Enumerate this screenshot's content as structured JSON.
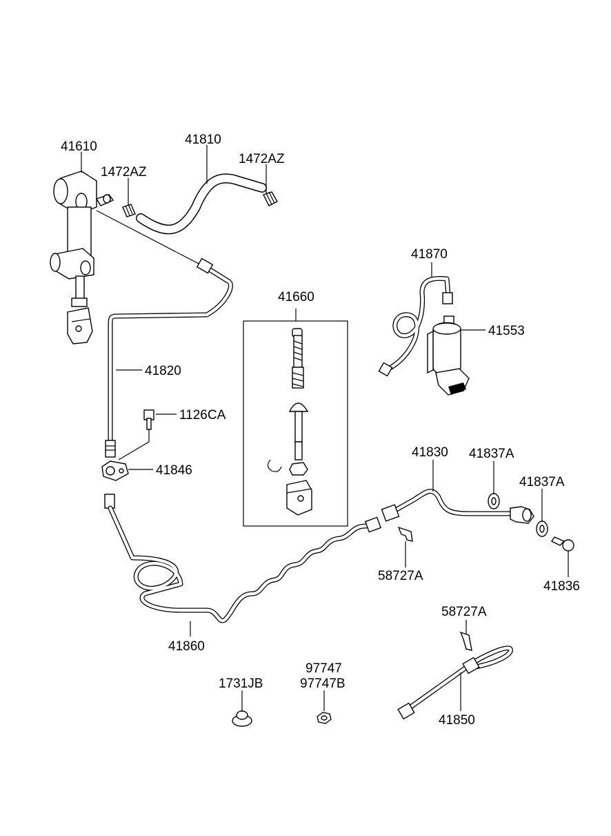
{
  "diagram": {
    "labels": {
      "p41610": "41610",
      "p41810": "41810",
      "p1472az_left": "1472AZ",
      "p1472az_right": "1472AZ",
      "p41870": "41870",
      "p41553": "41553",
      "p41660": "41660",
      "p41820": "41820",
      "p1126ca": "1126CA",
      "p41846": "41846",
      "p41830": "41830",
      "p41837a_1": "41837A",
      "p41837a_2": "41837A",
      "p58727a_1": "58727A",
      "p41836": "41836",
      "p41860": "41860",
      "p58727a_2": "58727A",
      "p1731jb": "1731JB",
      "p97747": "97747",
      "p97747b": "97747B",
      "p41850": "41850"
    }
  }
}
